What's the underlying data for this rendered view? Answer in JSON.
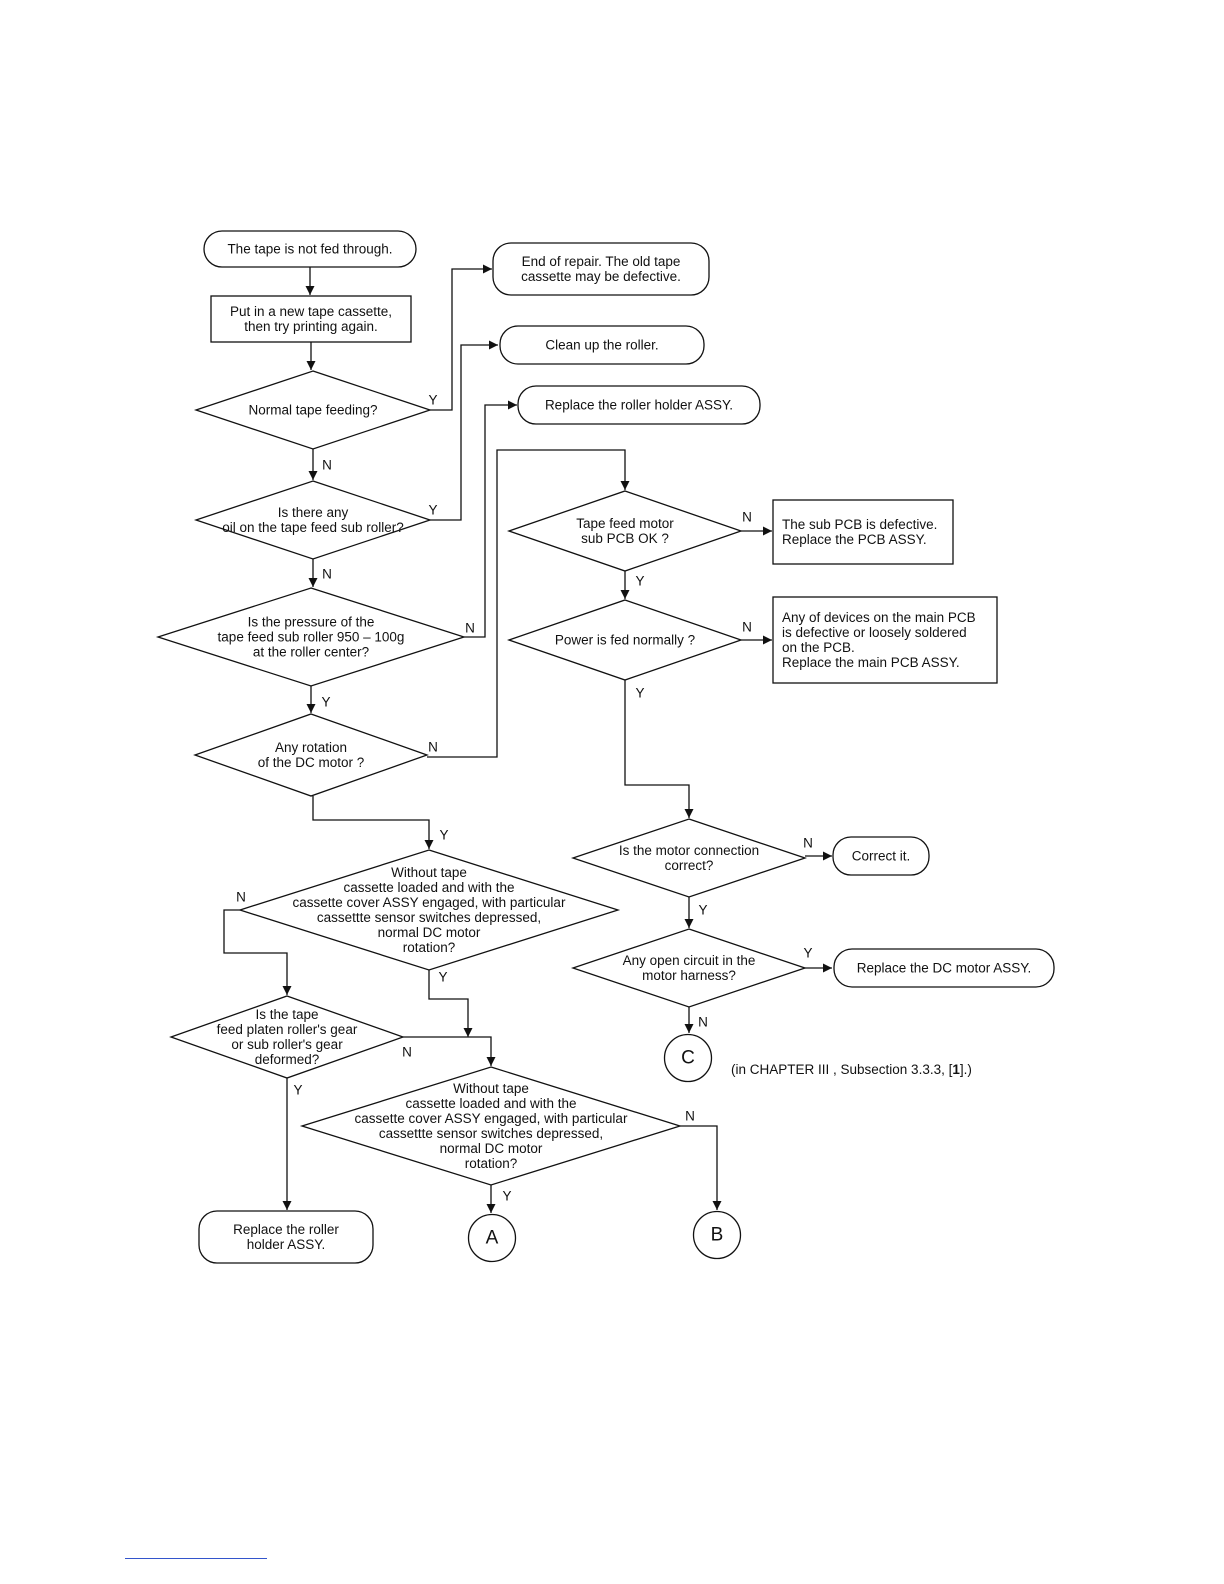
{
  "nodes": {
    "start": [
      "The tape is not fed through."
    ],
    "new_cassette": [
      "Put in a new tape cassette,",
      "then try printing again."
    ],
    "normal_feed": [
      "Normal tape feeding?"
    ],
    "end_repair": [
      "End of repair.  The old tape",
      "cassette may be defective."
    ],
    "clean_roller": [
      "Clean up the roller."
    ],
    "replace_holder_1": [
      "Replace the roller holder ASSY."
    ],
    "oil_check": [
      "Is there any",
      "oil on the tape feed sub roller?"
    ],
    "pressure_check": [
      "Is the pressure of the",
      "tape feed sub roller 950 – 100g",
      "at the roller center?"
    ],
    "dc_rotation": [
      "Any rotation",
      "of the DC motor ?"
    ],
    "sub_pcb": [
      "Tape feed motor",
      "sub PCB OK ?"
    ],
    "sub_pcb_defective": [
      "The sub PCB is defective.",
      "Replace the PCB ASSY."
    ],
    "power_fed": [
      "Power is fed normally ?"
    ],
    "main_pcb_defective": [
      "Any of devices on the main PCB",
      "is defective or loosely soldered",
      "on the PCB.",
      "Replace the main PCB ASSY."
    ],
    "motor_conn": [
      "Is the motor connection",
      "correct?"
    ],
    "correct_it": [
      "Correct it."
    ],
    "open_circuit": [
      "Any open circuit in the",
      "motor harness?"
    ],
    "replace_dc": [
      "Replace the DC motor ASSY."
    ],
    "without_tape_1": [
      "Without tape",
      "cassette loaded and with the",
      "cassette cover ASSY engaged, with particular",
      "cassettte sensor switches depressed,",
      "normal DC motor",
      "rotation?"
    ],
    "gear_check": [
      "Is the tape",
      "feed platen roller's gear",
      "or sub roller's gear",
      "deformed?"
    ],
    "without_tape_2": [
      "Without tape",
      "cassette loaded and with the",
      "cassette cover ASSY engaged, with particular",
      "cassettte sensor switches depressed,",
      "normal DC motor",
      "rotation?"
    ],
    "replace_holder_2": [
      "Replace the roller",
      "holder ASSY."
    ],
    "conn_a": [
      "A"
    ],
    "conn_b": [
      "B"
    ],
    "conn_c": [
      "C"
    ]
  },
  "edge_labels": {
    "yes": "Y",
    "no": "N"
  },
  "footnote": {
    "prefix": "(in CHAPTER III , Subsection 3.3.3, [",
    "ref": "1",
    "suffix": "].)"
  }
}
